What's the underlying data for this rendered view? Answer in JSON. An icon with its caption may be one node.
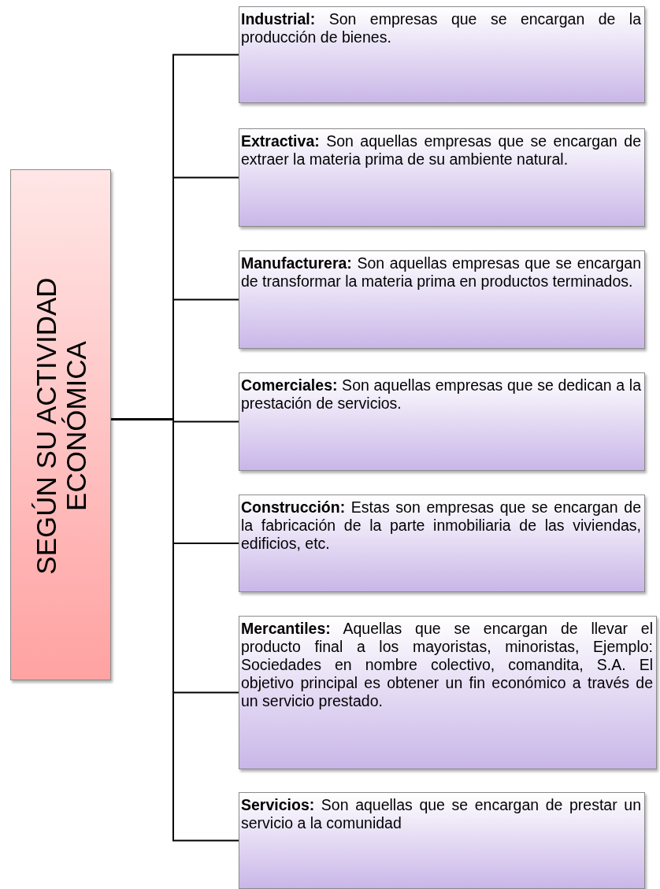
{
  "diagram": {
    "nodes": [
      {
        "text": [
          "SEGÚN SU ACTIVIDAD ECONÓMICA"
        ]
      },
      {
        "text": [
          "**Industrial:** Son empresas que se encargan de la producción de bienes."
        ]
      },
      {
        "text": [
          "**Extractiva:** Son aquellas empresas que se encargan de extraer la materia prima de su ambiente natural."
        ]
      },
      {
        "text": [
          "**Manufacturera:** Son aquellas empresas que se encargan de transformar la materia prima en productos terminados."
        ]
      },
      {
        "text": [
          "**Comerciales:** Son aquellas empresas que se dedican a la prestación de servicios."
        ]
      },
      {
        "text": [
          "**Construcción:** Estas son empresas que se encargan de la fabricación de la parte inmobiliaria de las viviendas, edificios, etc."
        ]
      },
      {
        "text": [
          "**Mercantiles:** Aquellas que se encargan de llevar el producto final a los mayoristas, minoristas, Ejemplo: Sociedades en nombre colectivo, comandita, S.A. El objetivo principal es obtener un fin económico a través de un servicio prestado."
        ]
      },
      {
        "text": [
          "**Servicios:** Son aquellas que se encargan de prestar un servicio a la comunidad"
        ]
      }
    ],
    "edges": [
      {
        "from": 0,
        "to": 1,
        "arrow": "none"
      },
      {
        "from": 0,
        "to": 2,
        "arrow": "none"
      },
      {
        "from": 0,
        "to": 3,
        "arrow": "none"
      },
      {
        "from": 0,
        "to": 4,
        "arrow": "none"
      },
      {
        "from": 0,
        "to": 5,
        "arrow": "none"
      },
      {
        "from": 0,
        "to": 6,
        "arrow": "none"
      },
      {
        "from": 0,
        "to": 7,
        "arrow": "none"
      }
    ]
  }
}
